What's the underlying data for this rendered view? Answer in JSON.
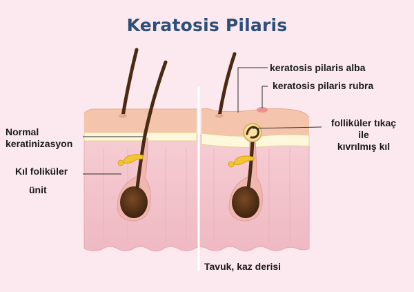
{
  "title": "Keratosis Pilaris",
  "labels": {
    "normal_line1": "Normal",
    "normal_line2": "keratinizasyon",
    "follicle_line1": "Kıl foliküler",
    "follicle_line2": "ünit",
    "alba": "keratosis pilaris alba",
    "rubra": "keratosis pilaris rubra",
    "plug_line1": "folliküler tıkaç",
    "plug_line2": "ile",
    "plug_line3": "kıvrılmış kıl",
    "caption": "Tavuk, kaz derisi"
  },
  "colors": {
    "background": "#fbe9ef",
    "title": "#2e4f78",
    "skin_surface": "#f5c4ad",
    "dermis": "#f4c7cf",
    "keratin_band": "#fdf7dc",
    "hair_bulb": "#5a3418",
    "sebaceous": "#f3c52e"
  }
}
